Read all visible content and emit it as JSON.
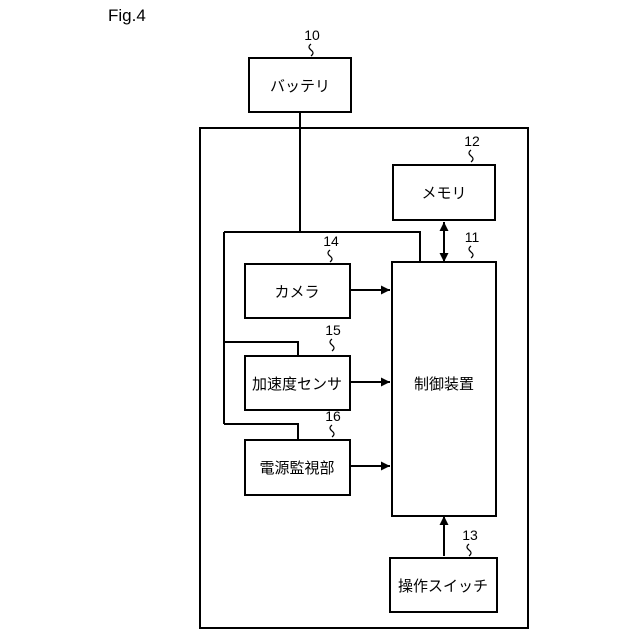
{
  "figure_label": "Fig.4",
  "blocks": {
    "battery": {
      "label": "バッテリ",
      "ref": "10"
    },
    "controller": {
      "label": "制御装置",
      "ref": "11"
    },
    "memory": {
      "label": "メモリ",
      "ref": "12"
    },
    "switch": {
      "label": "操作スイッチ",
      "ref": "13"
    },
    "camera": {
      "label": "カメラ",
      "ref": "14"
    },
    "accelerometer": {
      "label": "加速度センサ",
      "ref": "15"
    },
    "power_monitor": {
      "label": "電源監視部",
      "ref": "16"
    }
  }
}
